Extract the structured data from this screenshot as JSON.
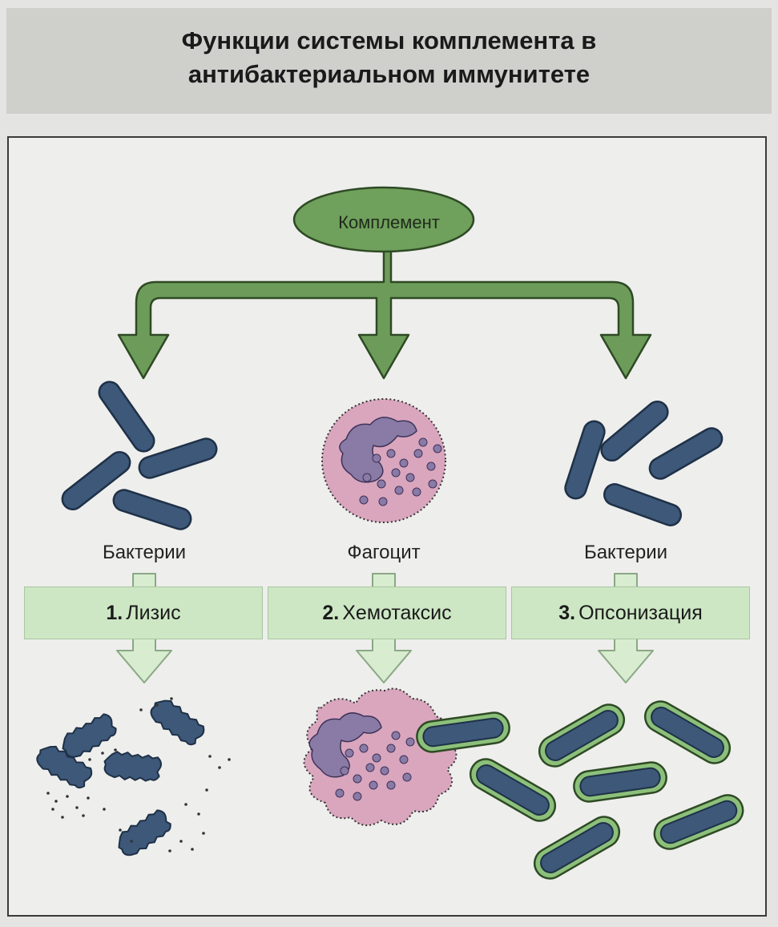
{
  "title": {
    "line1": "Функции системы комплемента в",
    "line2": "антибактериальном иммунитете"
  },
  "root": "Комплемент",
  "columns": [
    {
      "item": "Бактерии",
      "step_number": "1.",
      "step_label": "Лизис"
    },
    {
      "item": "Фагоцит",
      "step_number": "2.",
      "step_label": "Хемотаксис"
    },
    {
      "item": "Бактерии",
      "step_number": "3.",
      "step_label": "Опсонизация"
    }
  ],
  "colors": {
    "bacteria": "#3d5878",
    "bacteria_outline": "#1f3148",
    "complement_green": "#6fa05c",
    "arrow_green": "#6d9c5a",
    "phagocyte_pink": "#d9a6be",
    "nucleus_purple": "#8a7aa6",
    "step_box": "#cde7c4",
    "opsonin_green": "#8cc07a"
  }
}
